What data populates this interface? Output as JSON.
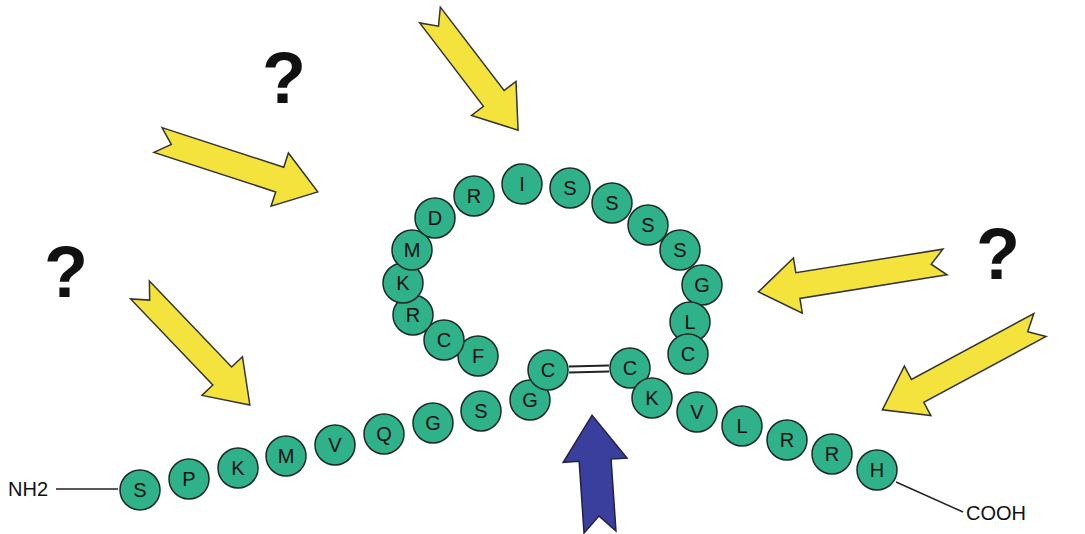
{
  "diagram": {
    "nodes": [
      {
        "text": [
          "S"
        ]
      },
      {
        "text": [
          "P"
        ]
      },
      {
        "text": [
          "K"
        ]
      },
      {
        "text": [
          "M"
        ]
      },
      {
        "text": [
          "V"
        ]
      },
      {
        "text": [
          "Q"
        ]
      },
      {
        "text": [
          "G"
        ]
      },
      {
        "text": [
          "S"
        ]
      },
      {
        "text": [
          "G"
        ]
      },
      {
        "text": [
          "C"
        ]
      },
      {
        "text": [
          "F"
        ]
      },
      {
        "text": [
          "C"
        ]
      },
      {
        "text": [
          "R"
        ]
      },
      {
        "text": [
          "K"
        ]
      },
      {
        "text": [
          "M"
        ]
      },
      {
        "text": [
          "D"
        ]
      },
      {
        "text": [
          "R"
        ]
      },
      {
        "text": [
          "I"
        ]
      },
      {
        "text": [
          "S"
        ]
      },
      {
        "text": [
          "S"
        ]
      },
      {
        "text": [
          "S"
        ]
      },
      {
        "text": [
          "S"
        ]
      },
      {
        "text": [
          "G"
        ]
      },
      {
        "text": [
          "L"
        ]
      },
      {
        "text": [
          "C"
        ]
      },
      {
        "text": [
          "C"
        ]
      },
      {
        "text": [
          "K"
        ]
      },
      {
        "text": [
          "V"
        ]
      },
      {
        "text": [
          "L"
        ]
      },
      {
        "text": [
          "R"
        ]
      },
      {
        "text": [
          "R"
        ]
      },
      {
        "text": [
          "H"
        ]
      }
    ],
    "edges": [
      {
        "from": 9,
        "to": 25,
        "arrow": "none"
      }
    ],
    "labels": [
      "?",
      "?",
      "?",
      "NH2",
      "COOH"
    ]
  }
}
